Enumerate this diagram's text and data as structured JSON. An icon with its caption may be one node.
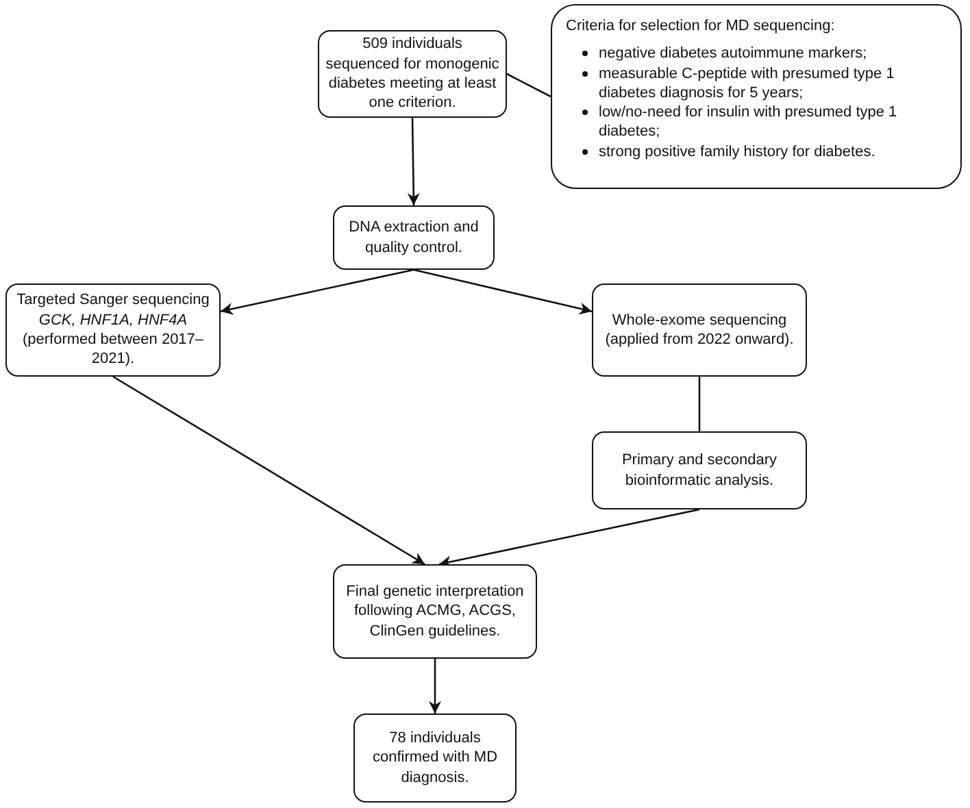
{
  "diagram": {
    "nodes": [
      {
        "text": [
          "509 individuals sequenced for monogenic diabetes meeting at least one criterion."
        ]
      },
      {
        "text": [
          "Criteria for selection for MD sequencing:",
          "negative diabetes autoimmune markers;",
          "measurable C-peptide with presumed type 1 diabetes diagnosis for 5 years;",
          "low/no-need for insulin with presumed type 1 diabetes;",
          "strong positive family history for diabetes."
        ]
      },
      {
        "text": [
          "DNA extraction and quality control."
        ]
      },
      {
        "text": [
          "Targeted Sanger sequencing *GCK, HNF1A, HNF4A* (performed between 2017–2021)."
        ]
      },
      {
        "text": [
          "Whole-exome sequencing (applied from 2022 onward)."
        ]
      },
      {
        "text": [
          "Primary and secondary bioinformatic analysis."
        ]
      },
      {
        "text": [
          "Final genetic interpretation following ACMG, ACGS, ClinGen guidelines."
        ]
      },
      {
        "text": [
          "78 individuals confirmed with MD diagnosis."
        ]
      }
    ],
    "edges": [
      {
        "from": 0,
        "to": 1,
        "arrow": "none"
      },
      {
        "from": 0,
        "to": 2,
        "arrow": "to"
      },
      {
        "from": 2,
        "to": 3,
        "arrow": "to"
      },
      {
        "from": 2,
        "to": 4,
        "arrow": "to"
      },
      {
        "from": 4,
        "to": 5,
        "arrow": "none"
      },
      {
        "from": 3,
        "to": 6,
        "arrow": "to"
      },
      {
        "from": 5,
        "to": 6,
        "arrow": "to"
      },
      {
        "from": 6,
        "to": 7,
        "arrow": "to"
      }
    ]
  }
}
